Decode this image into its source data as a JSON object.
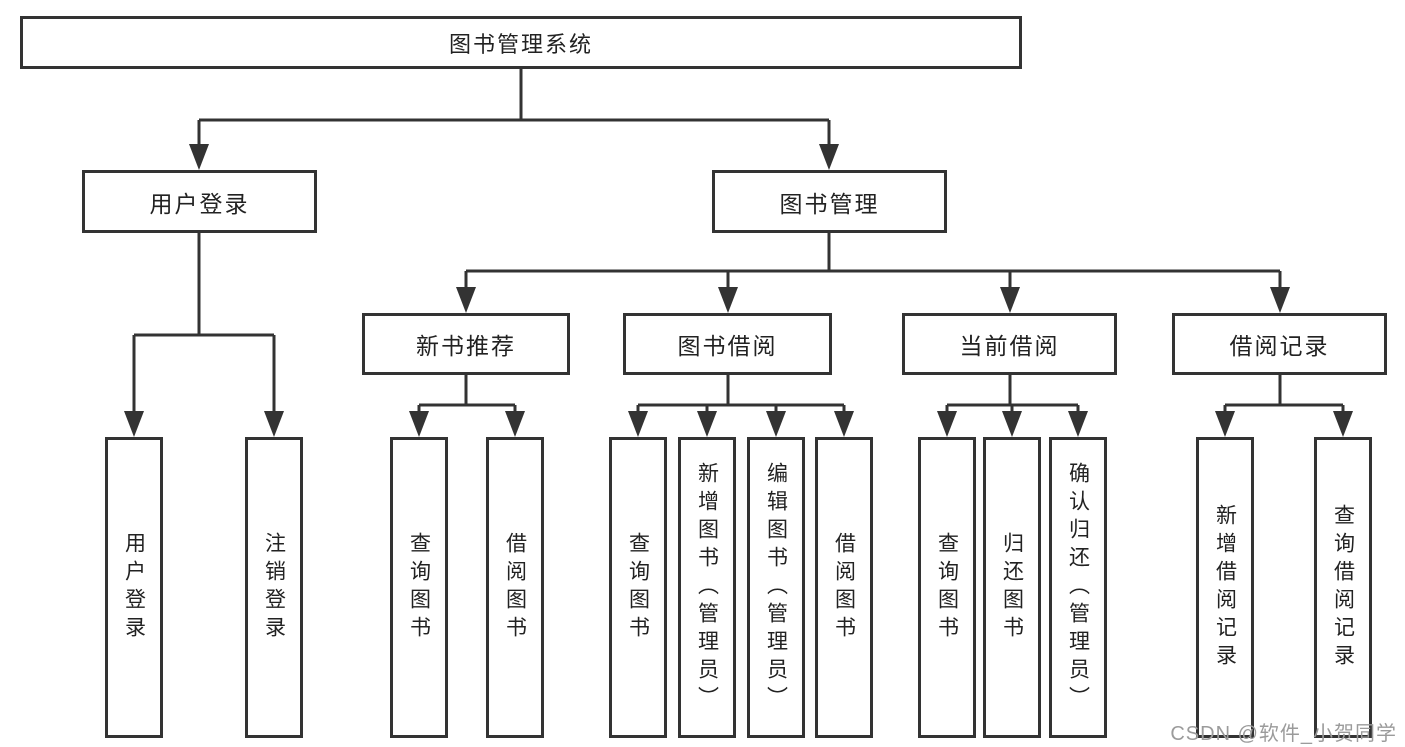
{
  "nodes": [
    {
      "id": "root",
      "label": "图书管理系统"
    },
    {
      "id": "user-login",
      "label": "用户登录"
    },
    {
      "id": "book-management",
      "label": "图书管理"
    },
    {
      "id": "new-book-recommend",
      "label": "新书推荐"
    },
    {
      "id": "book-borrowing",
      "label": "图书借阅"
    },
    {
      "id": "current-borrowing",
      "label": "当前借阅"
    },
    {
      "id": "borrowing-records",
      "label": "借阅记录"
    },
    {
      "id": "leaf-user-login",
      "label": "用户登录"
    },
    {
      "id": "leaf-logout",
      "label": "注销登录"
    },
    {
      "id": "leaf-query-books-1",
      "label": "查询图书"
    },
    {
      "id": "leaf-borrow-books-1",
      "label": "借阅图书"
    },
    {
      "id": "leaf-query-books-2",
      "label": "查询图书"
    },
    {
      "id": "leaf-add-book-admin",
      "label": "新增图书（管理员）"
    },
    {
      "id": "leaf-edit-book-admin",
      "label": "编辑图书（管理员）"
    },
    {
      "id": "leaf-borrow-books-2",
      "label": "借阅图书"
    },
    {
      "id": "leaf-query-books-3",
      "label": "查询图书"
    },
    {
      "id": "leaf-return-book",
      "label": "归还图书"
    },
    {
      "id": "leaf-confirm-return",
      "label": "确认归还（管理员）"
    },
    {
      "id": "leaf-add-borrow-record",
      "label": "新增借阅记录"
    },
    {
      "id": "leaf-query-borrow-record",
      "label": "查询借阅记录"
    }
  ],
  "hierarchy": {
    "图书管理系统": {
      "用户登录": [
        "用户登录",
        "注销登录"
      ],
      "图书管理": {
        "新书推荐": [
          "查询图书",
          "借阅图书"
        ],
        "图书借阅": [
          "查询图书",
          "新增图书（管理员）",
          "编辑图书（管理员）",
          "借阅图书"
        ],
        "当前借阅": [
          "查询图书",
          "归还图书",
          "确认归还（管理员）"
        ],
        "借阅记录": [
          "新增借阅记录",
          "查询借阅记录"
        ]
      }
    }
  },
  "watermark": {
    "text": "CSDN @软件_小贺同学",
    "color": "#9b9b9b"
  },
  "colors": {
    "line": "#333333",
    "box_border": "#333333",
    "text": "#222222",
    "background": "#ffffff"
  }
}
